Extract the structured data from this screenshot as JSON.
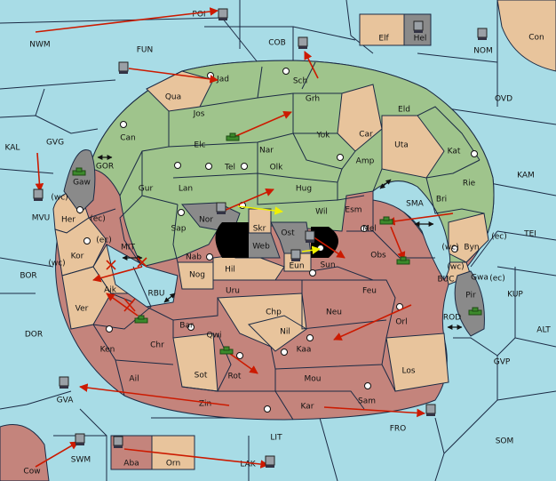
{
  "colors": {
    "sea": "#a8dce6",
    "green": "#9fc48c",
    "tan": "#e8c49c",
    "red": "#c4847c",
    "gray": "#8a8a8a",
    "border": "#1b2a44",
    "order_arrow": "#cc1a00",
    "support_arrow": "#f0f000"
  },
  "sea_labels": [
    {
      "id": "poi",
      "text": "POI"
    },
    {
      "id": "nwm",
      "text": "NWM"
    },
    {
      "id": "fun",
      "text": "FUN"
    },
    {
      "id": "cob",
      "text": "COB"
    },
    {
      "id": "nom",
      "text": "NOM"
    },
    {
      "id": "con",
      "text": "Con"
    },
    {
      "id": "ovd",
      "text": "OVD"
    },
    {
      "id": "kal",
      "text": "KAL"
    },
    {
      "id": "gvg",
      "text": "GVG"
    },
    {
      "id": "gor",
      "text": "GOR"
    },
    {
      "id": "mvu",
      "text": "MVU"
    },
    {
      "id": "kam",
      "text": "KAM"
    },
    {
      "id": "sma",
      "text": "SMA"
    },
    {
      "id": "tei",
      "text": "TEI"
    },
    {
      "id": "bor",
      "text": "BOR"
    },
    {
      "id": "mit",
      "text": "MIT"
    },
    {
      "id": "rbu",
      "text": "RBU"
    },
    {
      "id": "buc",
      "text": "BUC"
    },
    {
      "id": "kup",
      "text": "KUP"
    },
    {
      "id": "dor",
      "text": "DOR"
    },
    {
      "id": "rod",
      "text": "ROD"
    },
    {
      "id": "alt",
      "text": "ALT"
    },
    {
      "id": "gvp",
      "text": "GVP"
    },
    {
      "id": "gva",
      "text": "GVA"
    },
    {
      "id": "fro",
      "text": "FRO"
    },
    {
      "id": "lit",
      "text": "LIT"
    },
    {
      "id": "som",
      "text": "SOM"
    },
    {
      "id": "swm",
      "text": "SWM"
    },
    {
      "id": "cow",
      "text": "Cow"
    },
    {
      "id": "lak",
      "text": "LAK"
    }
  ],
  "land_labels": [
    {
      "id": "elf",
      "text": "Elf"
    },
    {
      "id": "hel",
      "text": "Hel"
    },
    {
      "id": "jad",
      "text": "Jad"
    },
    {
      "id": "sch",
      "text": "Sch"
    },
    {
      "id": "qua",
      "text": "Qua"
    },
    {
      "id": "jos",
      "text": "Jos"
    },
    {
      "id": "grh",
      "text": "Grh"
    },
    {
      "id": "eld",
      "text": "Eld"
    },
    {
      "id": "can",
      "text": "Can"
    },
    {
      "id": "elc",
      "text": "Elc"
    },
    {
      "id": "nar",
      "text": "Nar"
    },
    {
      "id": "yok",
      "text": "Yok"
    },
    {
      "id": "car",
      "text": "Car"
    },
    {
      "id": "uta",
      "text": "Uta"
    },
    {
      "id": "kat",
      "text": "Kat"
    },
    {
      "id": "tel",
      "text": "Tel"
    },
    {
      "id": "olk",
      "text": "Olk"
    },
    {
      "id": "amp",
      "text": "Amp"
    },
    {
      "id": "gur",
      "text": "Gur"
    },
    {
      "id": "lan",
      "text": "Lan"
    },
    {
      "id": "hug",
      "text": "Hug"
    },
    {
      "id": "rie",
      "text": "Rie"
    },
    {
      "id": "gaw",
      "text": "Gaw"
    },
    {
      "id": "wil",
      "text": "Wil"
    },
    {
      "id": "esm",
      "text": "Esm"
    },
    {
      "id": "bri",
      "text": "Bri"
    },
    {
      "id": "nor",
      "text": "Nor"
    },
    {
      "id": "her",
      "text": "Her"
    },
    {
      "id": "sap",
      "text": "Sap"
    },
    {
      "id": "skr",
      "text": "Skr"
    },
    {
      "id": "web",
      "text": "Web"
    },
    {
      "id": "ost",
      "text": "Ost"
    },
    {
      "id": "mel",
      "text": "Mel"
    },
    {
      "id": "byn",
      "text": "Byn"
    },
    {
      "id": "kor",
      "text": "Kor"
    },
    {
      "id": "nab",
      "text": "Nab"
    },
    {
      "id": "obs",
      "text": "Obs"
    },
    {
      "id": "eun",
      "text": "Eun"
    },
    {
      "id": "sun",
      "text": "Sun"
    },
    {
      "id": "gwa",
      "text": "Gwa"
    },
    {
      "id": "hil",
      "text": "Hil"
    },
    {
      "id": "nog",
      "text": "Nog"
    },
    {
      "id": "aik",
      "text": "Aik"
    },
    {
      "id": "uru",
      "text": "Uru"
    },
    {
      "id": "feu",
      "text": "Feu"
    },
    {
      "id": "pir",
      "text": "Pir"
    },
    {
      "id": "ver",
      "text": "Ver"
    },
    {
      "id": "chp",
      "text": "Chp"
    },
    {
      "id": "neu",
      "text": "Neu"
    },
    {
      "id": "bar",
      "text": "Bar"
    },
    {
      "id": "orl",
      "text": "Orl"
    },
    {
      "id": "qwi",
      "text": "Qwi"
    },
    {
      "id": "nil",
      "text": "Nil"
    },
    {
      "id": "ken",
      "text": "Ken"
    },
    {
      "id": "chr",
      "text": "Chr"
    },
    {
      "id": "kaa",
      "text": "Kaa"
    },
    {
      "id": "rot",
      "text": "Rot"
    },
    {
      "id": "sot",
      "text": "Sot"
    },
    {
      "id": "los",
      "text": "Los"
    },
    {
      "id": "ail",
      "text": "Ail"
    },
    {
      "id": "mou",
      "text": "Mou"
    },
    {
      "id": "zin",
      "text": "Zin"
    },
    {
      "id": "sam",
      "text": "Sam"
    },
    {
      "id": "kar",
      "text": "Kar"
    },
    {
      "id": "aba",
      "text": "Aba"
    },
    {
      "id": "orn",
      "text": "Orn"
    }
  ],
  "coast_labels": [
    {
      "id": "wc1",
      "text": "(wc)"
    },
    {
      "id": "ec1",
      "text": "(ec)"
    },
    {
      "id": "ec2",
      "text": "(ec)"
    },
    {
      "id": "wc2",
      "text": "(wc)"
    },
    {
      "id": "wc3",
      "text": "(wc)"
    },
    {
      "id": "ec3",
      "text": "(ec)"
    },
    {
      "id": "ec4",
      "text": "(ec)"
    },
    {
      "id": "wc4",
      "text": "(wc)"
    }
  ]
}
